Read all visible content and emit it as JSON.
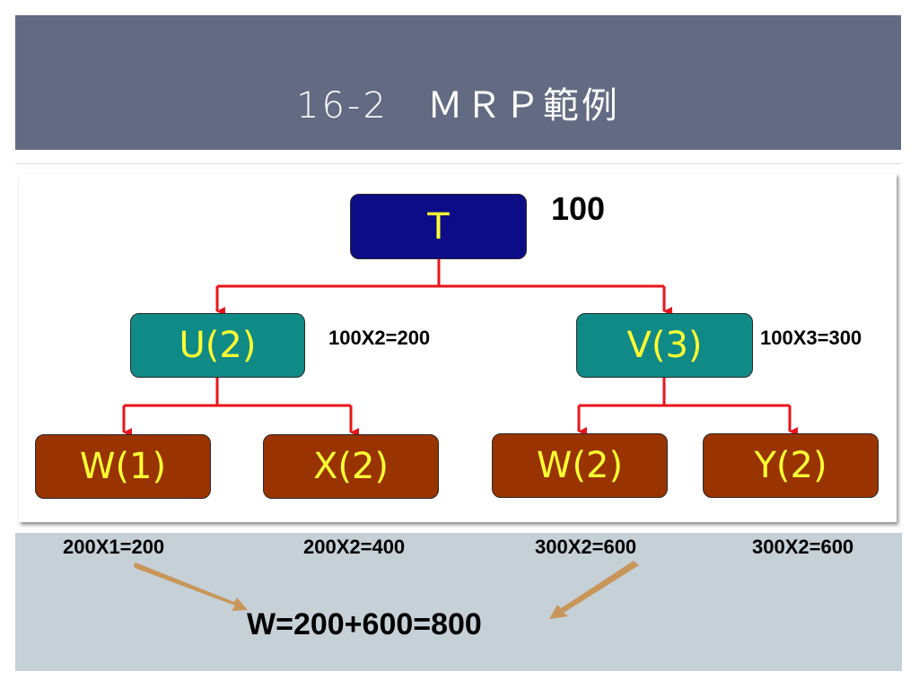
{
  "title": "16-2　ＭＲＰ範例",
  "tree": {
    "root": {
      "label": "T",
      "quantity": "100"
    },
    "mid": [
      {
        "label": "U(2)",
        "calc": "100X2=200"
      },
      {
        "label": "V(3)",
        "calc": "100X3=300"
      }
    ],
    "leaves": [
      {
        "label": "W(1)",
        "calc": "200X1=200"
      },
      {
        "label": "X(2)",
        "calc": "200X2=400"
      },
      {
        "label": "W(2)",
        "calc": "300X2=600"
      },
      {
        "label": "Y(2)",
        "calc": "300X2=600"
      }
    ]
  },
  "result": "W=200+600=800",
  "colors": {
    "title_bar": "#636b82",
    "root_node": "#0c0c86",
    "mid_node": "#108a86",
    "leaf_node": "#993300",
    "node_text": "#ffff33",
    "connector": "#e8141c",
    "arrow": "#c9965a",
    "bottom_panel": "#c5d0d7"
  }
}
